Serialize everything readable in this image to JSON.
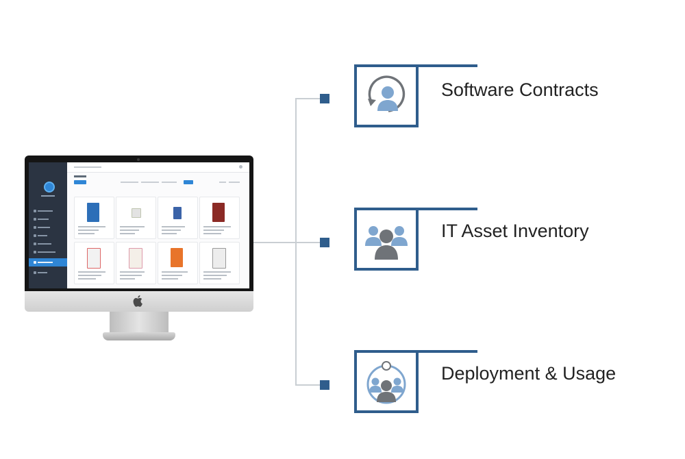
{
  "diagram": {
    "features": [
      {
        "label": "Software Contracts",
        "icon": "contract-renewal-icon"
      },
      {
        "label": "IT Asset Inventory",
        "icon": "group-users-icon"
      },
      {
        "label": "Deployment & Usage",
        "icon": "users-circle-icon"
      }
    ]
  },
  "colors": {
    "accent": "#2f5d8c",
    "icon_blue": "#7fa6cf",
    "icon_gray": "#6f7378",
    "connector": "#c9ced3",
    "app_sidebar": "#2b3442",
    "app_highlight": "#2f86d6"
  },
  "device": {
    "icon": "apple-logo-icon"
  }
}
